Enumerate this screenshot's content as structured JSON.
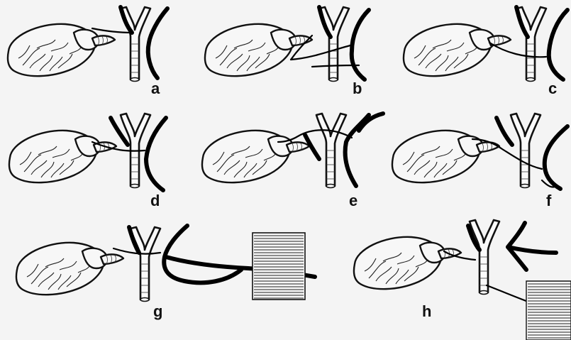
{
  "panels": [
    {
      "id": "a",
      "label": "a"
    },
    {
      "id": "b",
      "label": "b"
    },
    {
      "id": "c",
      "label": "c"
    },
    {
      "id": "d",
      "label": "d"
    },
    {
      "id": "e",
      "label": "e"
    },
    {
      "id": "f",
      "label": "f"
    },
    {
      "id": "g",
      "label": "g"
    },
    {
      "id": "h",
      "label": "h"
    }
  ],
  "style": {
    "background": "#f4f4f4",
    "ink": "#111111"
  }
}
